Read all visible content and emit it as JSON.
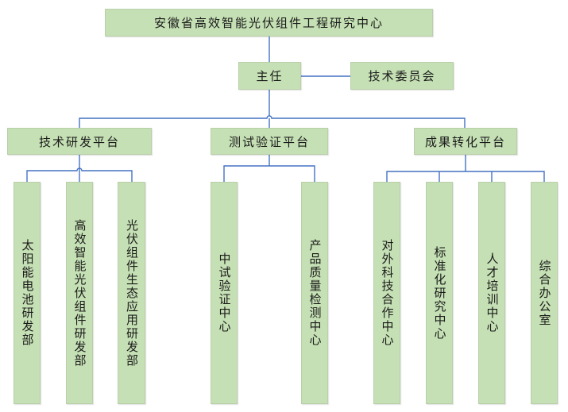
{
  "org_chart": {
    "root": {
      "label": "安徽省高效智能光伏组件工程研究中心"
    },
    "director": {
      "label": "主任"
    },
    "committee": {
      "label": "技术委员会"
    },
    "platforms": [
      {
        "label": "技术研发平台",
        "departments": [
          {
            "label": "太阳能电池研发部"
          },
          {
            "label": "高效智能光伏组件研发部"
          },
          {
            "label": "光伏组件生态应用研发部"
          }
        ]
      },
      {
        "label": "测试验证平台",
        "departments": [
          {
            "label": "中试验证中心"
          },
          {
            "label": "产品质量检测中心"
          }
        ]
      },
      {
        "label": "成果转化平台",
        "departments": [
          {
            "label": "对外科技合作中心"
          },
          {
            "label": "标准化研究中心"
          },
          {
            "label": "人才培训中心"
          },
          {
            "label": "综合办公室"
          }
        ]
      }
    ],
    "colors": {
      "box_fill": "#c5e0b4",
      "connector": "#4472c4",
      "text": "#1a1a1a"
    }
  }
}
